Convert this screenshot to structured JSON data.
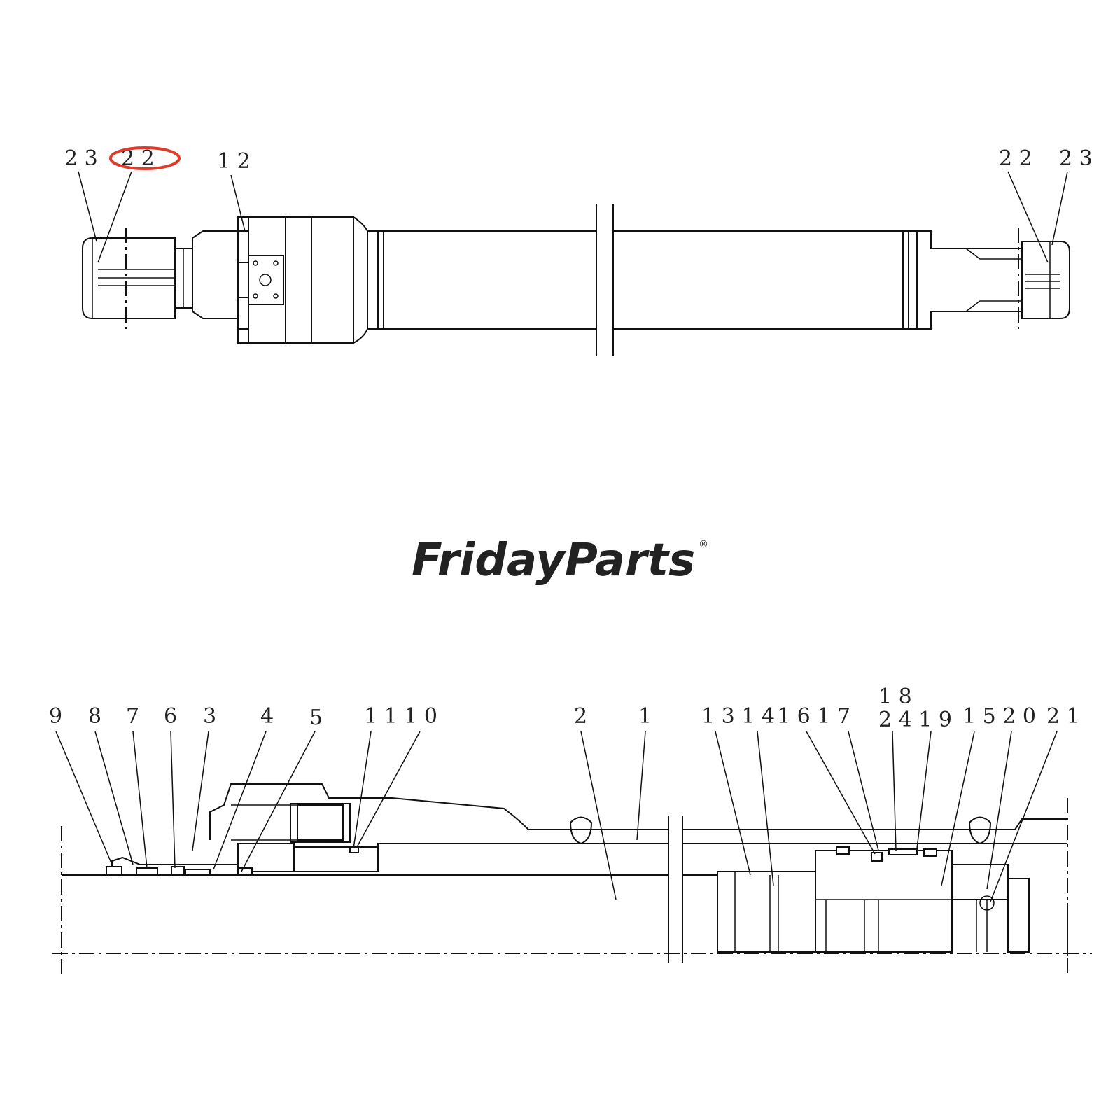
{
  "brand": {
    "logo_text": "FridayParts",
    "logo_color": "#8aa9d6",
    "logo_accent": "#f2b86b",
    "registered_mark": "®"
  },
  "highlight": {
    "color": "#e03b2a",
    "target_callout": "2 2"
  },
  "top_view": {
    "callouts": [
      {
        "id": "t23a",
        "text": "2 3"
      },
      {
        "id": "t22a",
        "text": "2 2"
      },
      {
        "id": "t12",
        "text": "1 2"
      },
      {
        "id": "t22b",
        "text": "2 2"
      },
      {
        "id": "t23b",
        "text": "2 3"
      }
    ]
  },
  "section_view": {
    "callouts": [
      {
        "id": "s9",
        "text": "9"
      },
      {
        "id": "s8",
        "text": "8"
      },
      {
        "id": "s7",
        "text": "7"
      },
      {
        "id": "s6",
        "text": "6"
      },
      {
        "id": "s3",
        "text": "3"
      },
      {
        "id": "s4",
        "text": "4"
      },
      {
        "id": "s5",
        "text": "5"
      },
      {
        "id": "s1110",
        "text": "1 1 1 0"
      },
      {
        "id": "s2",
        "text": "2"
      },
      {
        "id": "s1",
        "text": "1"
      },
      {
        "id": "s1314",
        "text": "1 3 1 4"
      },
      {
        "id": "s1617",
        "text": "1 6 1 7"
      },
      {
        "id": "s18",
        "text": "1 8"
      },
      {
        "id": "s2419",
        "text": "2 4 1 9"
      },
      {
        "id": "s1520",
        "text": "1 5 2 0"
      },
      {
        "id": "s21",
        "text": "2 1"
      }
    ]
  }
}
